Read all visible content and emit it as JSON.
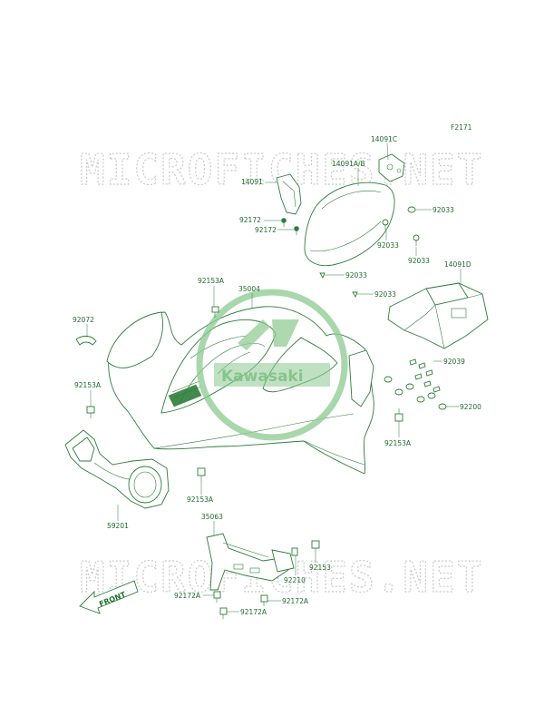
{
  "figure_code": "F2171",
  "watermarks": [
    "MICROFICHES.NET",
    "MICROFICHES.NET"
  ],
  "logo_text": "Kawasaki",
  "front_arrow": "FRONT",
  "labels": {
    "l14091C": "14091C",
    "l14091AB": "14091A/B",
    "l14091": "14091",
    "l92033a": "92033",
    "l92172a": "92172",
    "l92172b": "92172",
    "l92033b": "92033",
    "l92033c": "92033",
    "l14091D": "14091D",
    "l92153A_a": "92153A",
    "l35004": "35004",
    "l92033d": "92033",
    "l92033e": "92033",
    "l92072": "92072",
    "l92039": "92039",
    "l92153A_b": "92153A",
    "l92200": "92200",
    "l92153A_c": "92153A",
    "l92153A_d": "92153A",
    "l59201": "59201",
    "l35063": "35063",
    "l92153": "92153",
    "l92210": "92210",
    "l92172A_a": "92172A",
    "l92172A_b": "92172A",
    "l92172A_c": "92172A"
  },
  "colors": {
    "line": "#2e7d3a",
    "label": "#1f6b2c",
    "watermark": "#c9c9c9",
    "logo": "#8bc98f"
  }
}
